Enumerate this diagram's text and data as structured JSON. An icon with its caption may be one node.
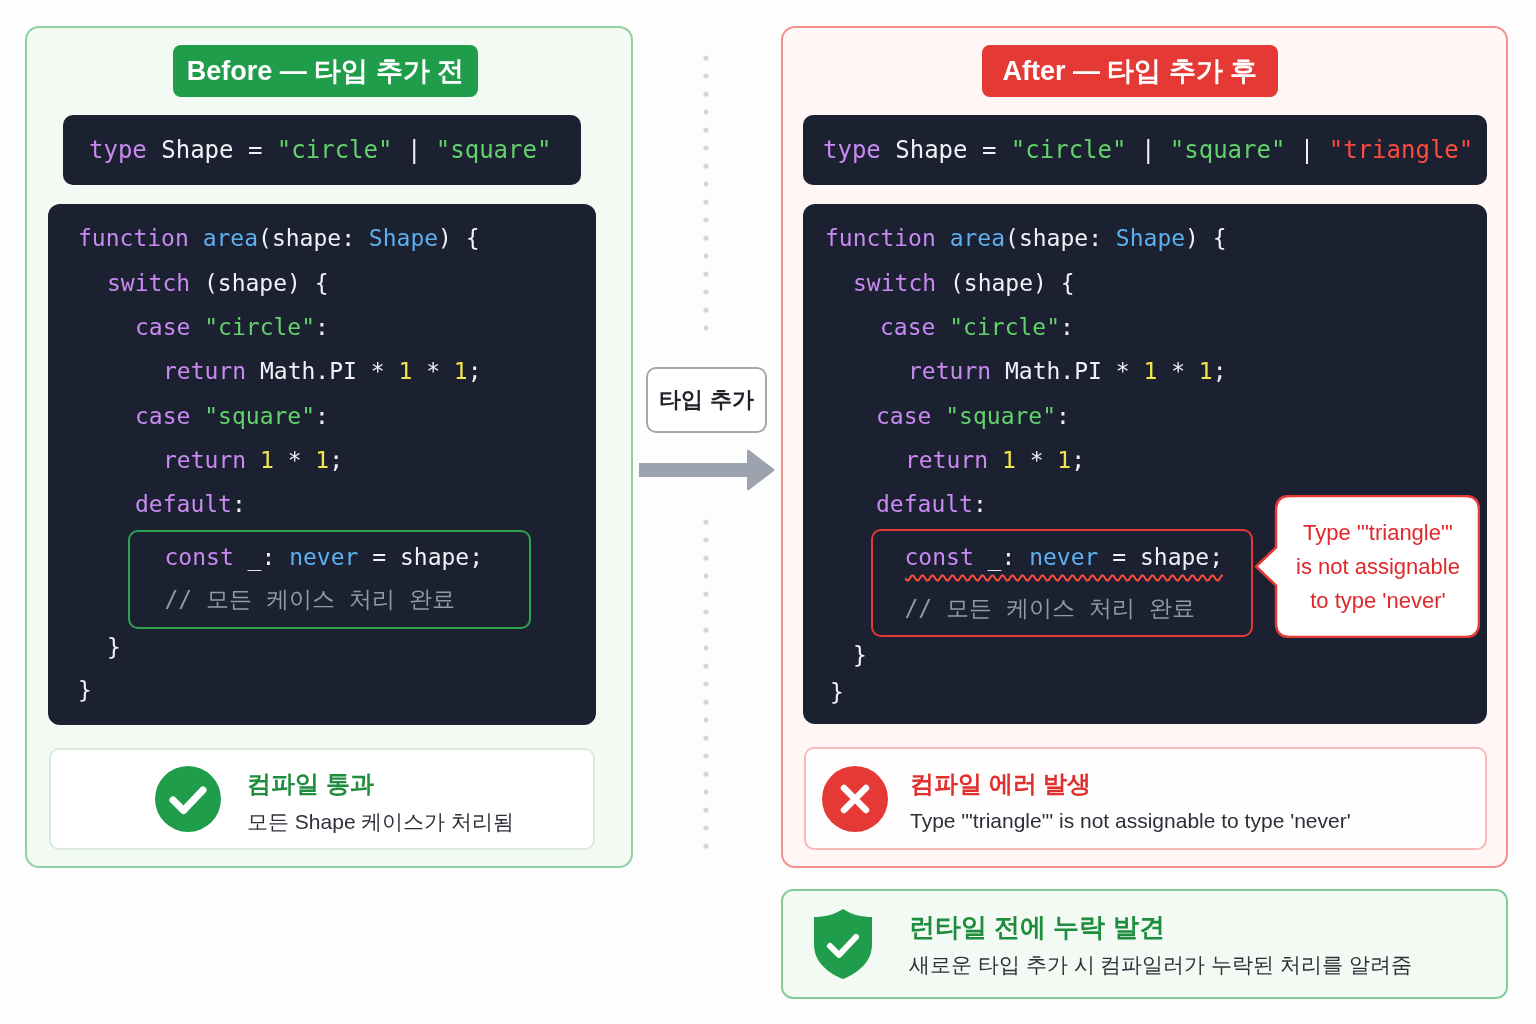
{
  "diagram": {
    "nodes": [
      {
        "text": [],
        "shape": "box"
      },
      {
        "text": [
          "Before — 타입 추가 전"
        ],
        "in": 0
      },
      {
        "text": [
          "type Shape = \"circle\" | \"square\""
        ],
        "in": 0
      },
      {
        "text": [
          "function area(shape: Shape) {",
          "switch (shape) {",
          "case \"circle\":",
          "return Math.PI * 1 * 1;",
          "case \"square\":",
          "return 1 * 1;",
          "default:",
          "}",
          "}"
        ],
        "in": 0
      },
      {
        "text": [
          "const _: never = shape;",
          "// 모든 케이스 처리 완료"
        ],
        "in": 3
      },
      {
        "text": [
          "컴파일 통과",
          "모든 Shape 케이스가 처리됨"
        ],
        "in": 0
      },
      {
        "text": [
          "타입 추가"
        ]
      },
      {
        "text": [],
        "shape": "box"
      },
      {
        "text": [
          "After — 타입 추가 후"
        ],
        "in": 7
      },
      {
        "text": [
          "type Shape = \"circle\" | \"square\" | \"triangle\""
        ],
        "in": 7
      },
      {
        "text": [
          "function area(shape: Shape) {",
          "switch (shape) {",
          "case \"circle\":",
          "return Math.PI * 1 * 1;",
          "case \"square\":",
          "return 1 * 1;",
          "default:",
          "}",
          "}"
        ],
        "in": 7
      },
      {
        "text": [
          "const _: never = shape;",
          "// 모든 케이스 처리 완료"
        ],
        "in": 10
      },
      {
        "text": [
          "Type '\"triangle\"' is not assignable to type 'never'"
        ],
        "in": 10
      },
      {
        "text": [
          "컴파일 에러 발생",
          "Type '\"triangle\"' is not assignable to type 'never'"
        ],
        "in": 7
      },
      {
        "text": [
          "런타일 전에 누락 발견",
          "새로운 타입 추가 시 컴파일러가 누락된 처리를 알려줌"
        ]
      }
    ],
    "edges": [
      {
        "from": 0,
        "to": 7,
        "arrow": "to"
      }
    ]
  }
}
